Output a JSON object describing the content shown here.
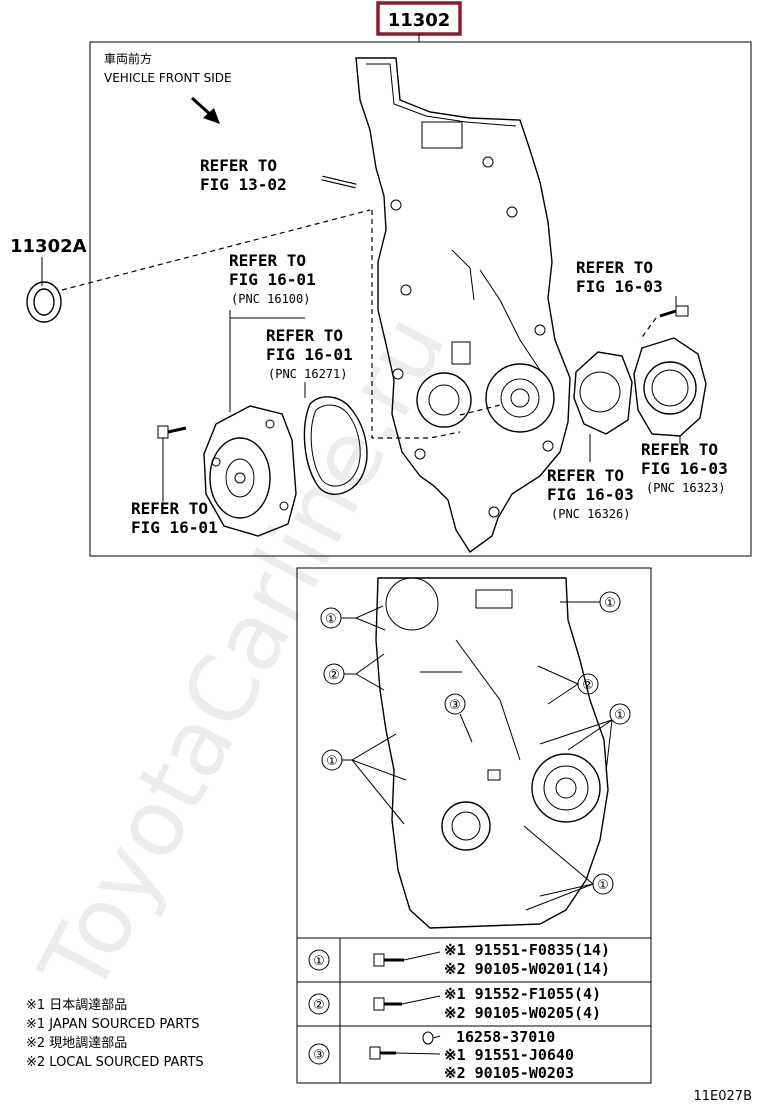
{
  "main_part": {
    "number": "11302",
    "box_color": "#8b1b2e"
  },
  "seal_part": {
    "number": "11302A"
  },
  "orientation": {
    "jp": "車両前方",
    "en": "VEHICLE FRONT SIDE"
  },
  "refers": [
    {
      "l1": "REFER TO",
      "l2": "FIG 13-02",
      "pnc": ""
    },
    {
      "l1": "REFER TO",
      "l2": "FIG 16-01",
      "pnc": "(PNC 16100)"
    },
    {
      "l1": "REFER TO",
      "l2": "FIG 16-01",
      "pnc": "(PNC 16271)"
    },
    {
      "l1": "REFER TO",
      "l2": "FIG 16-03",
      "pnc": ""
    },
    {
      "l1": "REFER TO",
      "l2": "FIG 16-03",
      "pnc": "(PNC 16323)"
    },
    {
      "l1": "REFER TO",
      "l2": "FIG 16-03",
      "pnc": "(PNC 16326)"
    },
    {
      "l1": "REFER TO",
      "l2": "FIG 16-01",
      "pnc": ""
    }
  ],
  "callout_symbols": [
    "①",
    "②",
    "③"
  ],
  "bolt_table": [
    {
      "symbol": "①",
      "parts": [
        "※1 91551-F0835(14)",
        "※2 90105-W0201(14)"
      ]
    },
    {
      "symbol": "②",
      "parts": [
        "※1 91552-F1055(4)",
        "※2 90105-W0205(4)"
      ]
    },
    {
      "symbol": "③",
      "parts": [
        "16258-37010",
        "※1 91551-J0640",
        "※2 90105-W0203"
      ]
    }
  ],
  "notes": [
    "※1 日本調達部品",
    "※1 JAPAN SOURCED PARTS",
    "※2 現地調達部品",
    "※2 LOCAL SOURCED PARTS"
  ],
  "figure_code": "11E027B",
  "watermark": "ToyotaCarline.ru"
}
